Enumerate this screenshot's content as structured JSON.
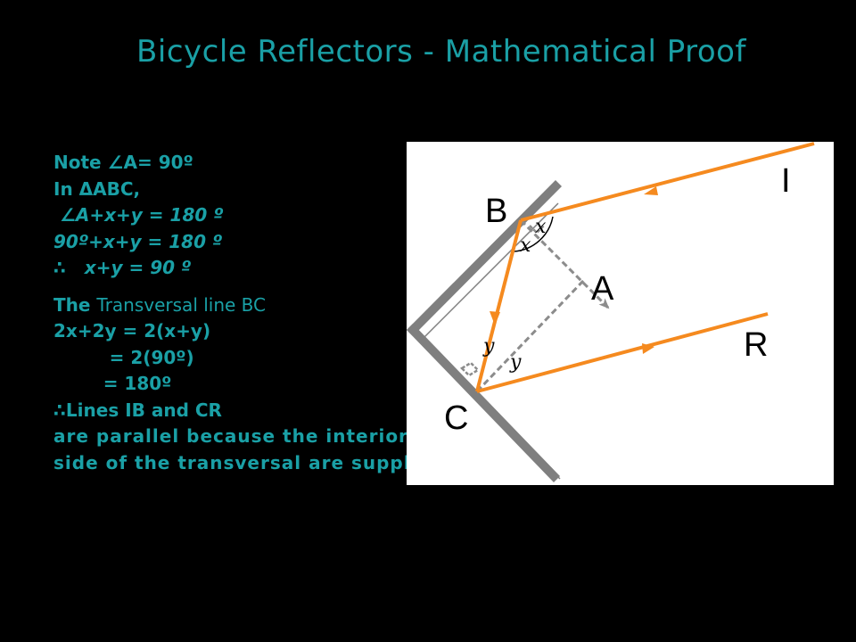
{
  "title": "Bicycle Reflectors - Mathematical Proof",
  "proof": {
    "line1_a": "Note ",
    "line1_b": "A= 90º",
    "line2_a": "In ",
    "line2_b": "ΔABC,",
    "line3": "A+x+y = 180 º",
    "line4": "90º+x+y = 180 º",
    "line5_a": "∴",
    "line5_b": "   x+y = 90 º",
    "line6_a": "The ",
    "line6_b": "Transversal line BC",
    "line7": "2x+2y = 2(x+y)",
    "line8": "         = 2(90º)",
    "line9": "        = 180º",
    "line10_a": "∴",
    "line10_b": "Lines IB and CR",
    "line11": "are parallel because the interior angles on the same",
    "line12": "side of the transversal are supplementary",
    "angle_symbol": "∠"
  },
  "diagram": {
    "labels": {
      "B": "B",
      "A": "A",
      "C": "C",
      "I": "I",
      "R": "R",
      "x1": "x",
      "x2": "x",
      "y1": "y",
      "y2": "y"
    },
    "colors": {
      "ray": "#f58a1f",
      "mirror": "#7f7f7f",
      "guide": "#8c8c8c",
      "text": "#1aa0a6"
    }
  }
}
